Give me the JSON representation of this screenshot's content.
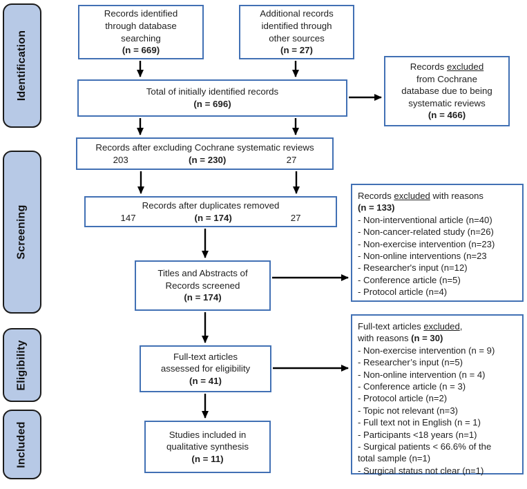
{
  "title": "PRISMA flow diagram of study selection",
  "colors": {
    "box_border": "#4170b4",
    "box_fill": "#ffffff",
    "stage_fill": "#b7c9e6",
    "stage_border": "#1b1b1b",
    "arrow": "#000000",
    "text": "#1f1f1f"
  },
  "stages": [
    {
      "label": "Identification"
    },
    {
      "label": "Screening"
    },
    {
      "label": "Eligibility"
    },
    {
      "label": "Included"
    }
  ],
  "boxes": {
    "database_search": {
      "lines": [
        "Records identified",
        "through database",
        "searching",
        {
          "segs": [
            {
              "t": "(n = 669)",
              "b": 1
            }
          ]
        }
      ]
    },
    "other_sources": {
      "lines": [
        "Additional records",
        "identified through",
        "other sources",
        {
          "segs": [
            {
              "t": "(n = 27)",
              "b": 1
            }
          ]
        }
      ]
    },
    "total_identified": {
      "lines": [
        "Total of initially identified records",
        {
          "segs": [
            {
              "t": "(n = 696)",
              "b": 1
            }
          ]
        }
      ]
    },
    "cochrane_excluded": {
      "lines": [
        {
          "segs": [
            {
              "t": "Records "
            },
            {
              "t": "excluded",
              "u": 1
            }
          ]
        },
        "from Cochrane",
        "database due to being",
        "systematic reviews",
        {
          "segs": [
            {
              "t": "(n = 466)",
              "b": 1
            }
          ]
        }
      ]
    },
    "after_cochrane": {
      "lines": [
        "Records after excluding Cochrane systematic reviews",
        {
          "spread": 1,
          "segs": [
            {
              "t": "203"
            },
            {
              "t": "(n = 230)",
              "b": 1
            },
            {
              "t": "27"
            }
          ]
        }
      ]
    },
    "after_duplicates": {
      "lines": [
        "Records after duplicates removed",
        {
          "spread": 1,
          "segs": [
            {
              "t": "147"
            },
            {
              "t": "(n = 174)",
              "b": 1
            },
            {
              "t": "27"
            }
          ]
        }
      ]
    },
    "titles_screened": {
      "lines": [
        "Titles and Abstracts of",
        "Records screened",
        {
          "segs": [
            {
              "t": "(n = 174)",
              "b": 1
            }
          ]
        }
      ]
    },
    "screening_excluded": {
      "lines": [
        {
          "segs": [
            {
              "t": "Records "
            },
            {
              "t": "excluded",
              "u": 1
            },
            {
              "t": " with reasons"
            }
          ]
        },
        {
          "segs": [
            {
              "t": "(n = 133)",
              "b": 1
            }
          ]
        },
        "- Non-interventional article (n=40)",
        "- Non-cancer-related study (n=26)",
        "- Non-exercise intervention (n=23)",
        "- Non-online interventions (n=23",
        "- Researcher's input (n=12)",
        "- Conference article (n=5)",
        "- Protocol article (n=4)"
      ]
    },
    "fulltext_assessed": {
      "lines": [
        "Full-text articles",
        "assessed for eligibility",
        {
          "segs": [
            {
              "t": "(n = 41)",
              "b": 1
            }
          ]
        }
      ]
    },
    "fulltext_excluded": {
      "lines": [
        {
          "segs": [
            {
              "t": "Full-text articles "
            },
            {
              "t": "excluded",
              "u": 1
            },
            {
              "t": ","
            }
          ]
        },
        {
          "segs": [
            {
              "t": "with reasons "
            },
            {
              "t": "(n = 30)",
              "b": 1
            }
          ]
        },
        "- Non-exercise intervention (n = 9)",
        "- Researcher’s input (n=5)",
        "- Non-online intervention (n = 4)",
        "- Conference article (n = 3)",
        "- Protocol article (n=2)",
        "- Topic not relevant (n=3)",
        "- Full text not in English (n = 1)",
        "- Participants <18 years (n=1)",
        "- Surgical patients < 66.6% of the",
        "total sample (n=1)",
        "- Surgical status not clear (n=1)"
      ]
    },
    "qualitative_synthesis": {
      "lines": [
        "Studies included in",
        "qualitative synthesis",
        {
          "segs": [
            {
              "t": "(n = 11)",
              "b": 1
            }
          ]
        }
      ]
    }
  }
}
